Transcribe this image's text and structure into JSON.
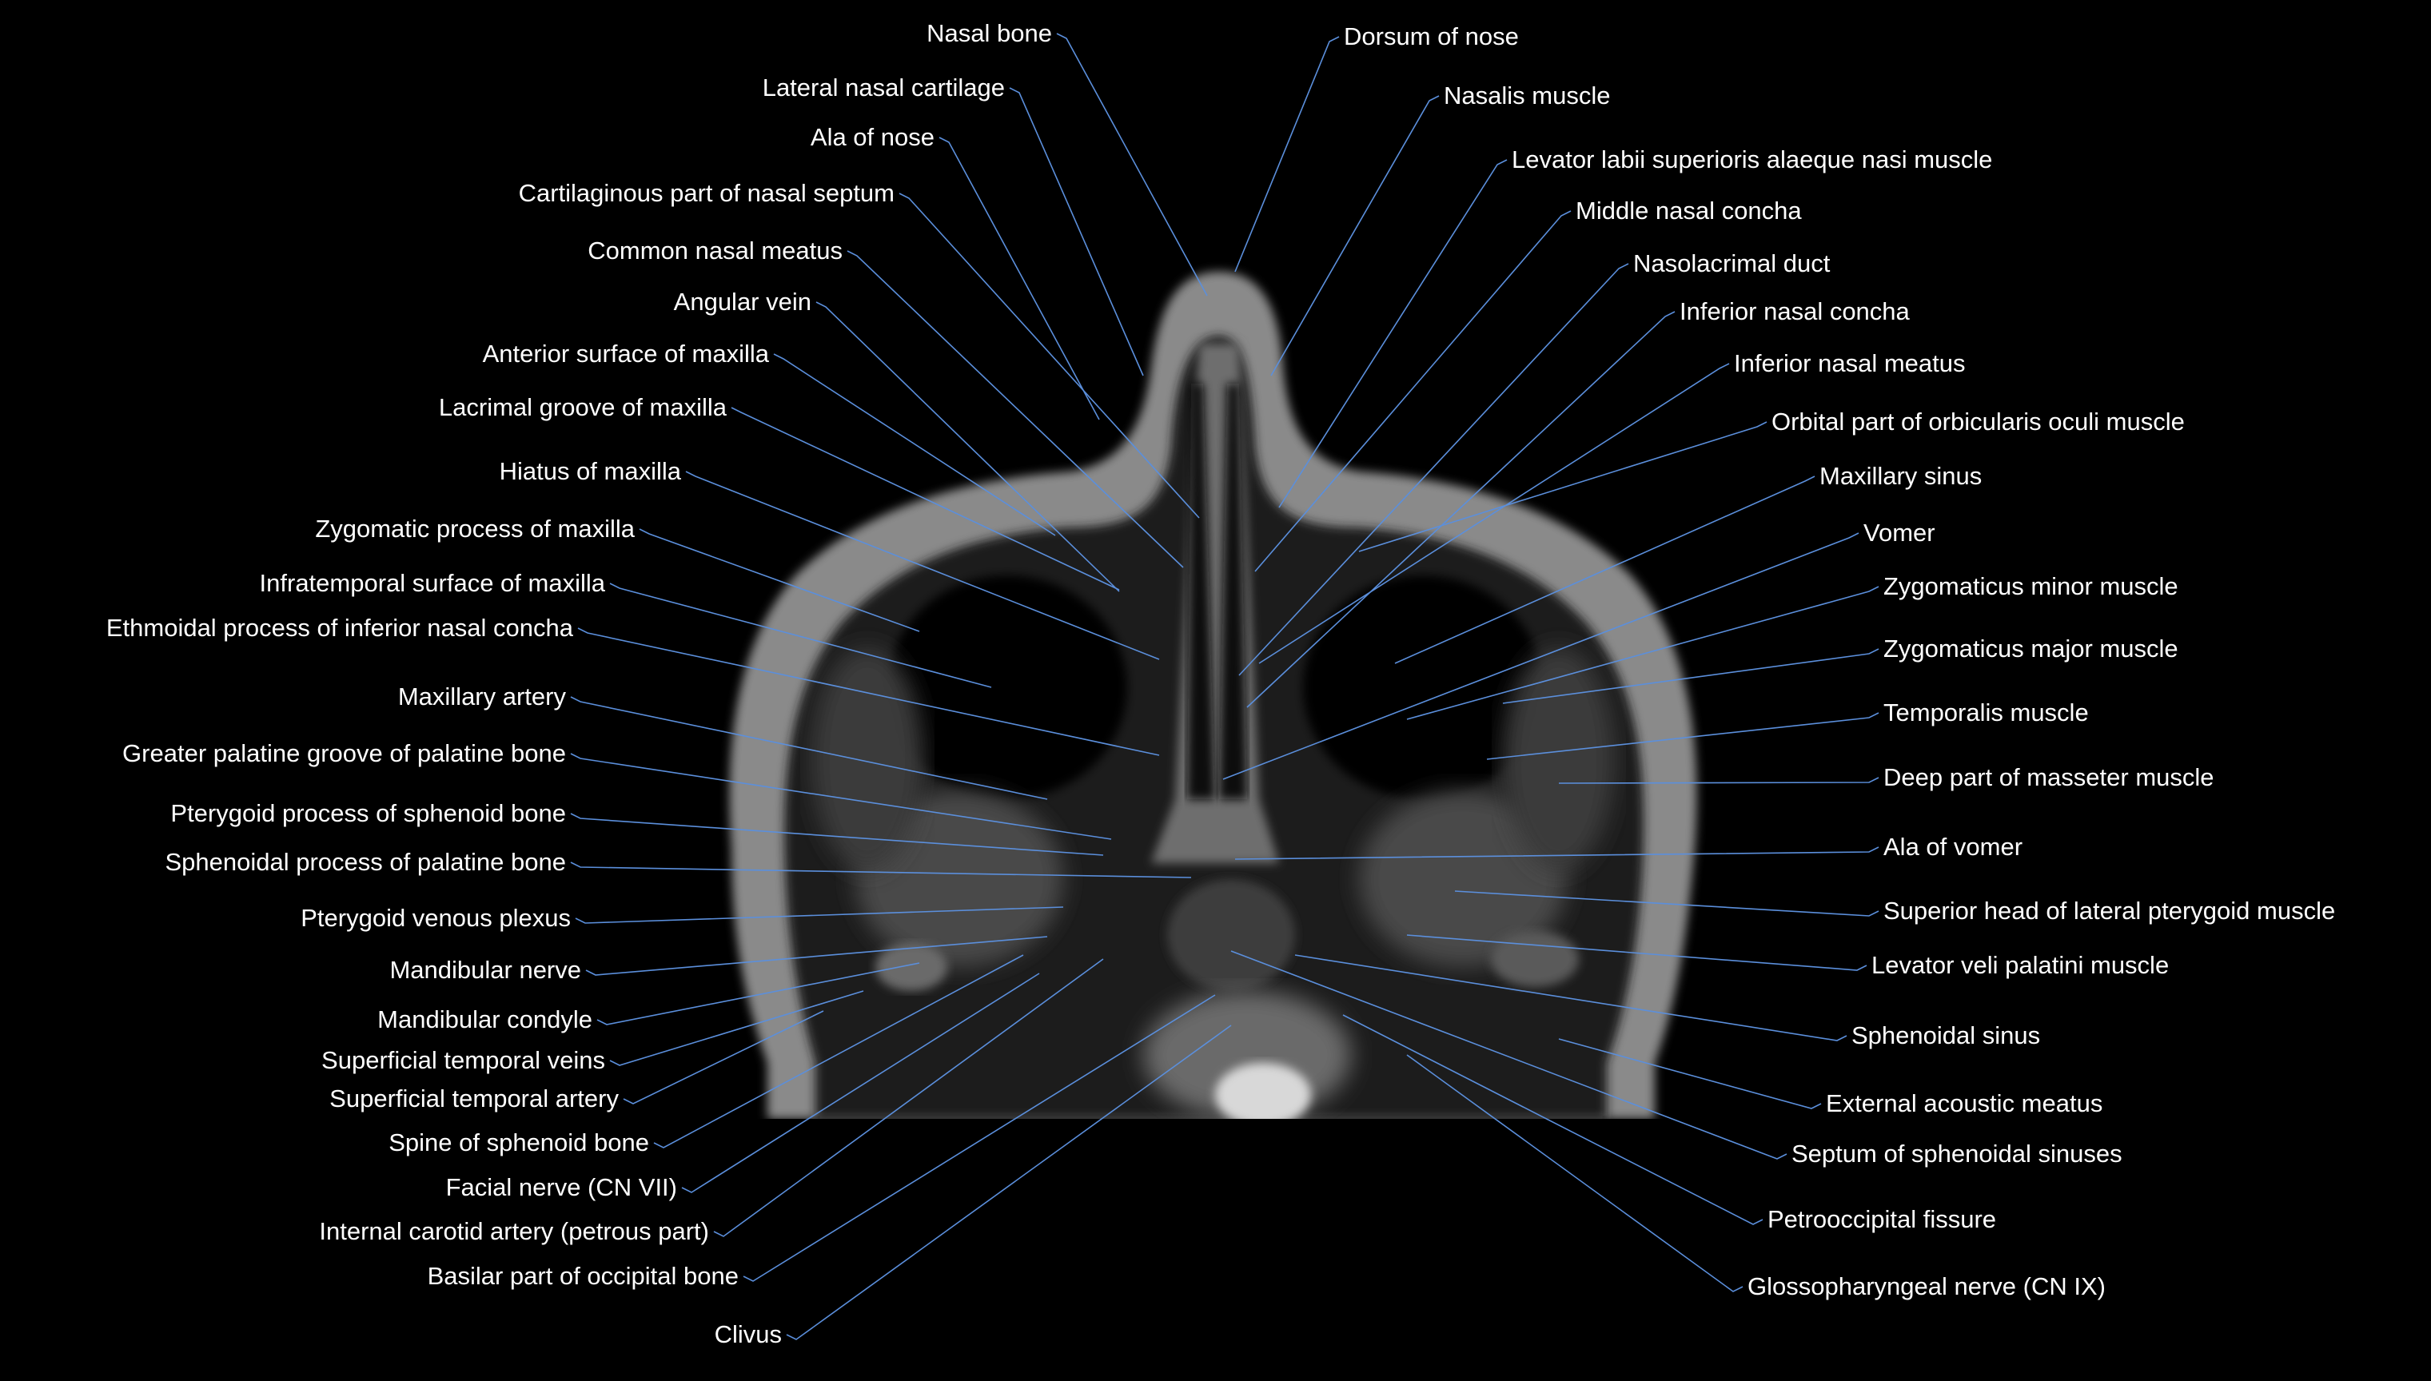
{
  "colors": {
    "background": "#000000",
    "label_text": "#ffffff",
    "leader_line": "#5b8fdc"
  },
  "labels": [
    {
      "text": "Nasal bone",
      "side": "left"
    },
    {
      "text": "Lateral nasal cartilage",
      "side": "left"
    },
    {
      "text": "Ala of nose",
      "side": "left"
    },
    {
      "text": "Cartilaginous part of nasal septum",
      "side": "left"
    },
    {
      "text": "Common nasal meatus",
      "side": "left"
    },
    {
      "text": "Angular vein",
      "side": "left"
    },
    {
      "text": "Anterior surface of maxilla",
      "side": "left"
    },
    {
      "text": "Lacrimal groove of maxilla",
      "side": "left"
    },
    {
      "text": "Hiatus of maxilla",
      "side": "left"
    },
    {
      "text": "Zygomatic process of maxilla",
      "side": "left"
    },
    {
      "text": "Infratemporal surface of maxilla",
      "side": "left"
    },
    {
      "text": "Ethmoidal process of inferior nasal concha",
      "side": "left"
    },
    {
      "text": "Maxillary artery",
      "side": "left"
    },
    {
      "text": "Greater palatine groove of palatine bone",
      "side": "left"
    },
    {
      "text": "Pterygoid process of sphenoid bone",
      "side": "left"
    },
    {
      "text": "Sphenoidal process of palatine bone",
      "side": "left"
    },
    {
      "text": "Pterygoid venous plexus",
      "side": "left"
    },
    {
      "text": "Mandibular nerve",
      "side": "left"
    },
    {
      "text": "Mandibular condyle",
      "side": "left"
    },
    {
      "text": "Superficial temporal veins",
      "side": "left"
    },
    {
      "text": "Superficial temporal artery",
      "side": "left"
    },
    {
      "text": "Spine of sphenoid bone",
      "side": "left"
    },
    {
      "text": "Facial nerve (CN VII)",
      "side": "left"
    },
    {
      "text": "Internal carotid artery (petrous part)",
      "side": "left"
    },
    {
      "text": "Basilar part of occipital bone",
      "side": "left"
    },
    {
      "text": "Clivus",
      "side": "left"
    },
    {
      "text": "Dorsum of nose",
      "side": "right"
    },
    {
      "text": "Nasalis muscle",
      "side": "right"
    },
    {
      "text": "Levator labii superioris alaeque nasi muscle",
      "side": "right"
    },
    {
      "text": "Middle nasal concha",
      "side": "right"
    },
    {
      "text": "Nasolacrimal duct",
      "side": "right"
    },
    {
      "text": "Inferior nasal concha",
      "side": "right"
    },
    {
      "text": "Inferior nasal meatus",
      "side": "right"
    },
    {
      "text": "Orbital part of orbicularis oculi muscle",
      "side": "right"
    },
    {
      "text": "Maxillary sinus",
      "side": "right"
    },
    {
      "text": "Vomer",
      "side": "right"
    },
    {
      "text": "Zygomaticus minor muscle",
      "side": "right"
    },
    {
      "text": "Zygomaticus major muscle",
      "side": "right"
    },
    {
      "text": "Temporalis muscle",
      "side": "right"
    },
    {
      "text": "Deep part of masseter muscle",
      "side": "right"
    },
    {
      "text": "Ala of vomer",
      "side": "right"
    },
    {
      "text": "Superior head of lateral pterygoid muscle",
      "side": "right"
    },
    {
      "text": "Levator veli palatini muscle",
      "side": "right"
    },
    {
      "text": "Sphenoidal sinus",
      "side": "right"
    },
    {
      "text": "External acoustic meatus",
      "side": "right"
    },
    {
      "text": "Septum of sphenoidal sinuses",
      "side": "right"
    },
    {
      "text": "Petrooccipital fissure",
      "side": "right"
    },
    {
      "text": "Glossopharyngeal nerve (CN IX)",
      "side": "right"
    }
  ]
}
